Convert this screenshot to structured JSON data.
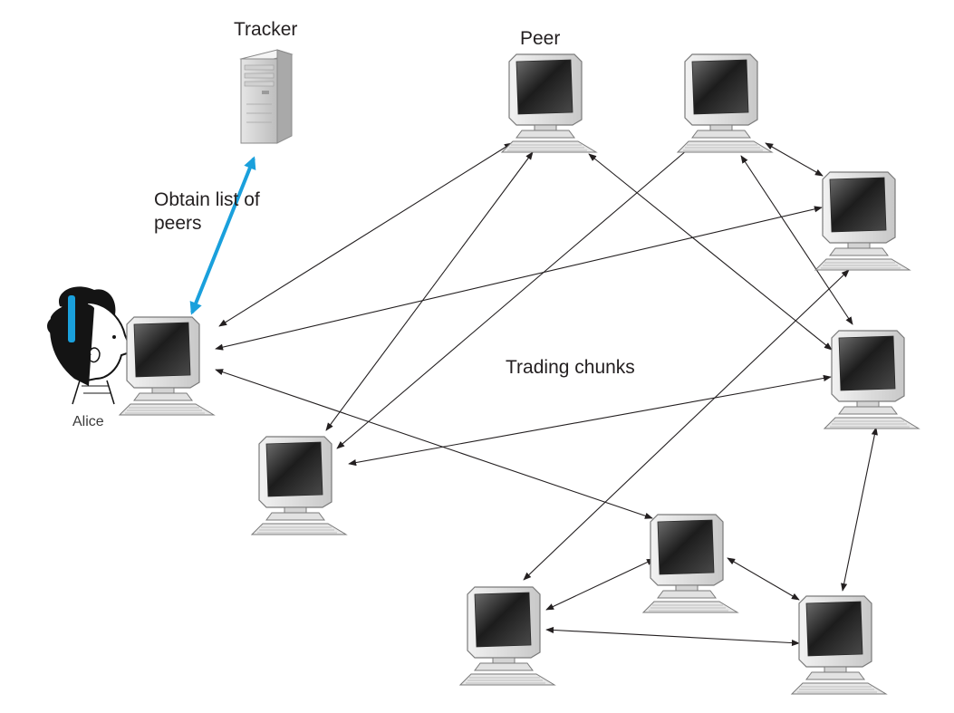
{
  "labels": {
    "tracker": "Tracker",
    "peer": "Peer",
    "obtain": "Obtain list of peers",
    "trading": "Trading chunks",
    "alice": "Alice"
  },
  "colors": {
    "tracker_link": "#1aa0dc",
    "peer_link": "#231f20",
    "monitor_screen": "#3a3a3a"
  }
}
